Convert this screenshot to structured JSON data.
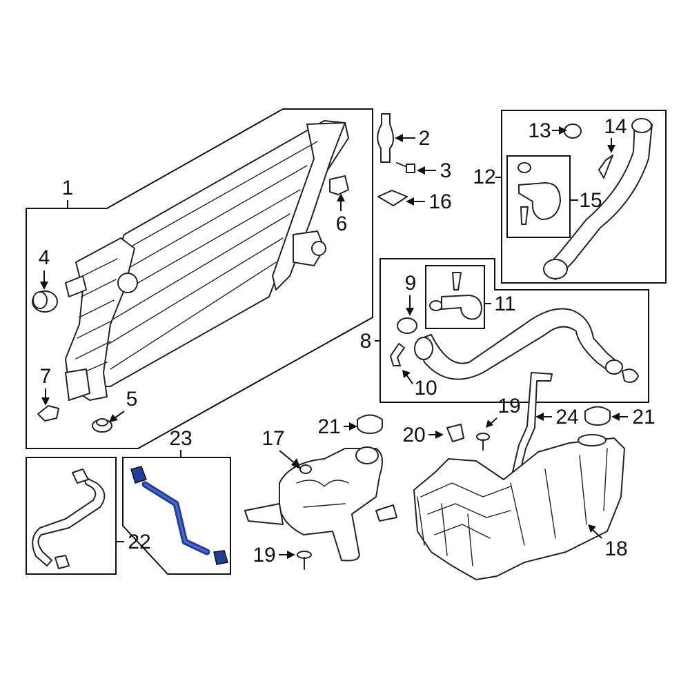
{
  "diagram": {
    "colors": {
      "line": "#111111",
      "highlight": "#1f3d99",
      "background": "#ffffff"
    },
    "callouts": {
      "c1": "1",
      "c2": "2",
      "c3": "3",
      "c4": "4",
      "c5": "5",
      "c6": "6",
      "c7": "7",
      "c8": "8",
      "c9": "9",
      "c10": "10",
      "c11": "11",
      "c12": "12",
      "c13": "13",
      "c14": "14",
      "c15": "15",
      "c16": "16",
      "c17": "17",
      "c18": "18",
      "c19a": "19",
      "c19b": "19",
      "c20": "20",
      "c21a": "21",
      "c21b": "21",
      "c22": "22",
      "c23": "23",
      "c24": "24"
    }
  }
}
